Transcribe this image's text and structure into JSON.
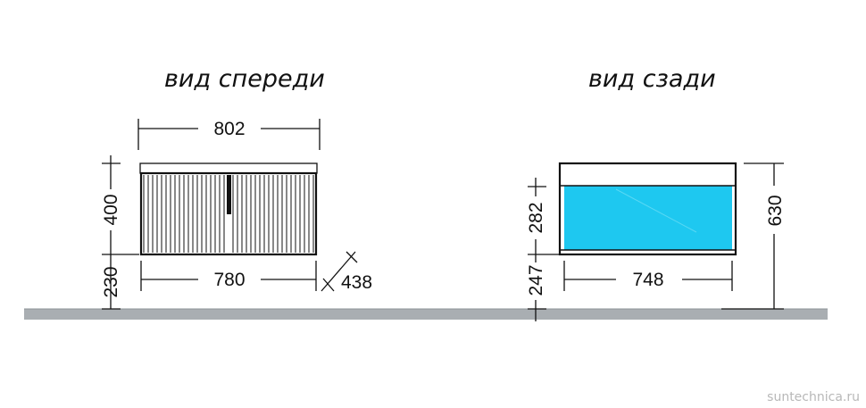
{
  "front_view": {
    "title": "вид спереди",
    "width_top": "802",
    "width_body": "780",
    "height": "400",
    "floor_gap": "230",
    "depth": "438"
  },
  "rear_view": {
    "title": "вид сзади",
    "width": "748",
    "opening_height": "282",
    "floor_gap": "247",
    "total_height": "630"
  },
  "watermark": "suntechnica.ru",
  "colors": {
    "line": "#111111",
    "floor": "#a9aeb2",
    "cutout": "#1ec8f0"
  }
}
